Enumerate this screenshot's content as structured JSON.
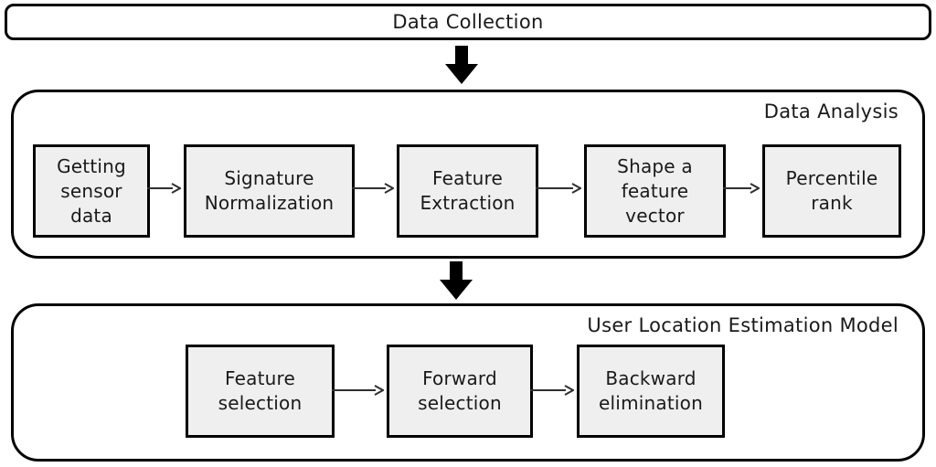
{
  "top_box": {
    "label": "Data Collection"
  },
  "analysis": {
    "label": "Data Analysis",
    "steps": [
      {
        "label": "Getting\nsensor\ndata"
      },
      {
        "label": "Signature\nNormalization"
      },
      {
        "label": "Feature\nExtraction"
      },
      {
        "label": "Shape a\nfeature\nvector"
      },
      {
        "label": "Percentile\nrank"
      }
    ]
  },
  "model": {
    "label": "User Location Estimation Model",
    "steps": [
      {
        "label": "Feature\nselection"
      },
      {
        "label": "Forward\nselection"
      },
      {
        "label": "Backward\nelimination"
      }
    ]
  },
  "colors": {
    "border_color": "#000000",
    "box_fill": "#efefef",
    "arrow_color": "#303030"
  }
}
